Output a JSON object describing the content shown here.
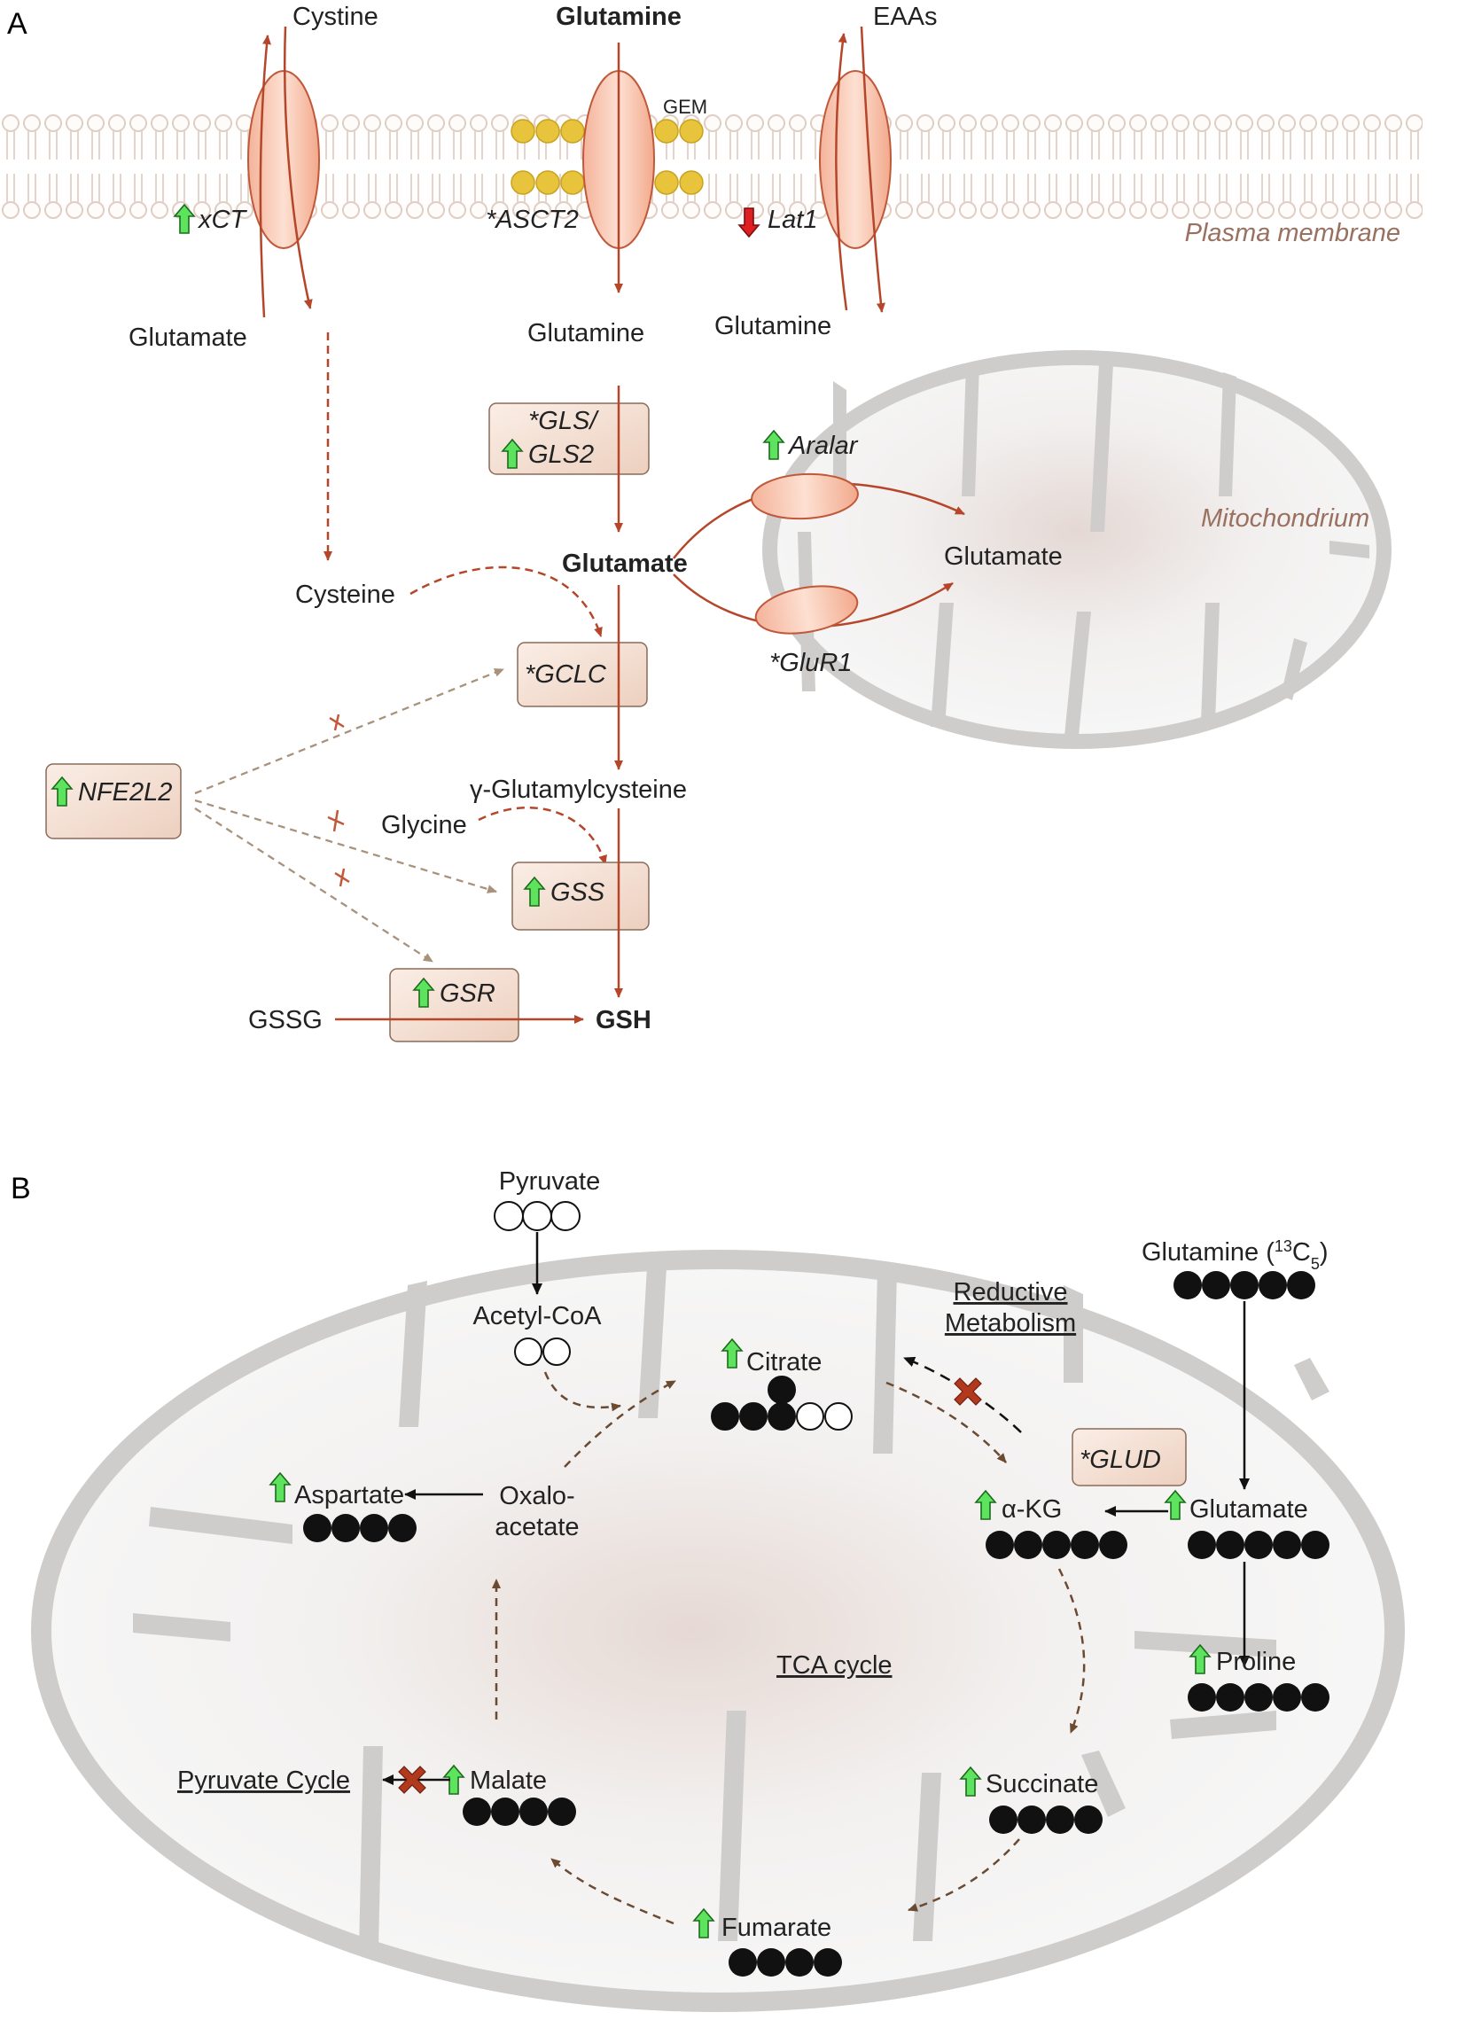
{
  "panels": {
    "a": "A",
    "b": "B"
  },
  "panel_a": {
    "membrane_label": "Plasma membrane",
    "gem_label": "GEM",
    "mito_label": "Mitochondrium",
    "metabolites": {
      "cystine": "Cystine",
      "glutamine_top": "Glutamine",
      "eaas": "EAAs",
      "glutamate_out": "Glutamate",
      "glutamine_in": "Glutamine",
      "glutamine_exch": "Glutamine",
      "glutamate_center": "Glutamate",
      "glutamate_mito": "Glutamate",
      "cysteine": "Cysteine",
      "gamma_glu_cys": "γ-Glutamylcysteine",
      "glycine": "Glycine",
      "gssg": "GSSG",
      "gsh": "GSH"
    },
    "transporters": {
      "xct": "xCT",
      "asct2": "*ASCT2",
      "lat1": "Lat1",
      "aralar": "Aralar",
      "glur1": "*GluR1"
    },
    "enzymes": {
      "gls_line1": "*GLS/",
      "gls_line2": "GLS2",
      "gclc": "*GCLC",
      "gss": "GSS",
      "gsr": "GSR",
      "nfe2l2": "NFE2L2"
    }
  },
  "panel_b": {
    "tca_label": "TCA cycle",
    "reductive_line1": "Reductive",
    "reductive_line2": "Metabolism",
    "pyruvate_cycle": "Pyruvate Cycle",
    "glutamine_label": "Glutamine (",
    "isotope_sup": "13",
    "isotope_c": "C",
    "isotope_sub": "5",
    "isotope_close": ")",
    "metabolites": {
      "pyruvate": "Pyruvate",
      "acetyl_coa": "Acetyl-CoA",
      "citrate": "Citrate",
      "aspartate": "Aspartate",
      "oxalo_line1": "Oxalo-",
      "oxalo_line2": "acetate",
      "akg": "α-KG",
      "glutamate": "Glutamate",
      "proline": "Proline",
      "succinate": "Succinate",
      "fumarate": "Fumarate",
      "malate": "Malate"
    },
    "enzymes": {
      "glud": "*GLUD"
    }
  },
  "colors": {
    "up_arrow": "#5ee35e",
    "down_arrow": "#e02020",
    "pathway": "#b5462a",
    "regulation": "#a8927c",
    "membrane": "#e8cfc4",
    "gem": "#e8c33c",
    "box_fill": "#f3dccd",
    "mito_outer": "#cfcdcb",
    "mito_inner": "#f4f3f2"
  }
}
